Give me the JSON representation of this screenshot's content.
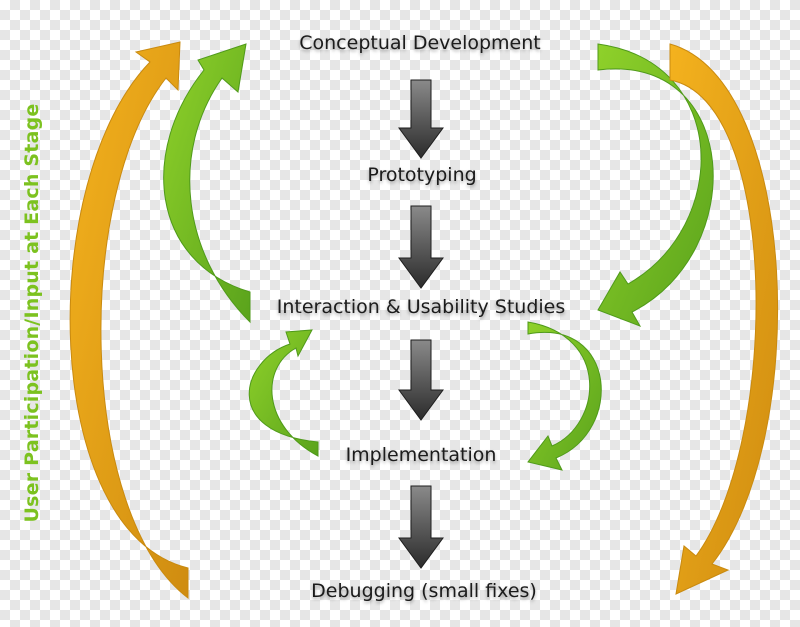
{
  "stages": [
    "Conceptual Development",
    "Prototyping",
    "Interaction & Usability Studies",
    "Implementation",
    "Debugging (small fixes)"
  ],
  "side_label": "User Participation/Input at Each Stage",
  "colors": {
    "down_arrow_top": "#8a8a8a",
    "down_arrow_bottom": "#2b2b2b",
    "green_arrow": "#7cc21f",
    "green_arrow_dark": "#4f9a1a",
    "orange_arrow": "#f0a818",
    "orange_arrow_dark": "#c98a10",
    "side_label": "#7cc21f"
  }
}
